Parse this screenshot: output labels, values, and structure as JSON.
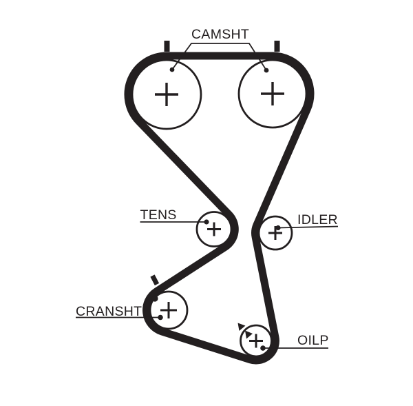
{
  "diagram": {
    "type": "timing-belt-routing",
    "labels": {
      "camshaft": "CAMSHT",
      "tensioner": "TENS",
      "idler": "IDLER",
      "crankshaft": "CRANSHT",
      "oil_pump": "OILP"
    },
    "pulleys": [
      {
        "name": "camshaft-left",
        "label": "CAMSHT"
      },
      {
        "name": "camshaft-right",
        "label": "CAMSHT"
      },
      {
        "name": "tensioner",
        "label": "TENS"
      },
      {
        "name": "idler",
        "label": "IDLER"
      },
      {
        "name": "crankshaft",
        "label": "CRANSHT"
      },
      {
        "name": "oil-pump",
        "label": "OILP"
      }
    ],
    "timing_marks": {
      "camshaft_belt_ticks": 2,
      "crankshaft_tick": 1,
      "crankshaft_dot": 1,
      "oil_pump_arrowheads": 2
    },
    "colors": {
      "ink": "#231f20",
      "background": "#ffffff"
    }
  }
}
